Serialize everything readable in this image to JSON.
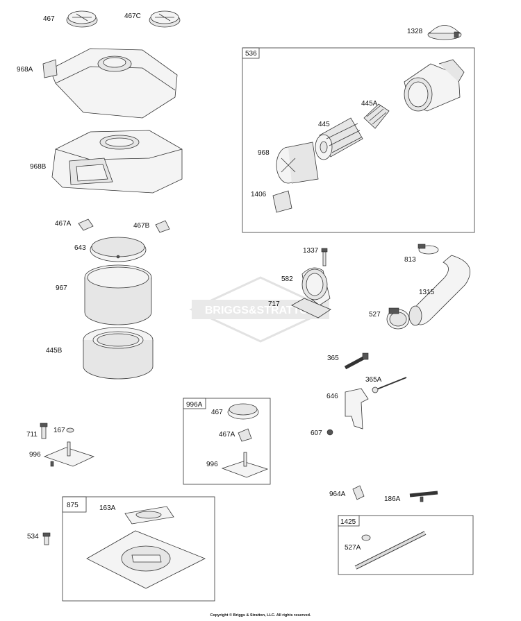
{
  "watermark": "BRIGGS&STRATTON",
  "copyright": "Copyright © Briggs & Stratton, LLC. All rights reserved.",
  "parts": {
    "p467": "467",
    "p467C": "467C",
    "p1328": "1328",
    "p968A": "968A",
    "p536": "536",
    "p445A": "445A",
    "p445": "445",
    "p968": "968",
    "p1406": "1406",
    "p968B": "968B",
    "p467A": "467A",
    "p467B": "467B",
    "p643": "643",
    "p1337": "1337",
    "p813": "813",
    "p582": "582",
    "p967": "967",
    "p717": "717",
    "p1315": "1315",
    "p527": "527",
    "p445B": "445B",
    "p365": "365",
    "p996A": "996A",
    "p467_b": "467",
    "p365A": "365A",
    "p646": "646",
    "p711": "711",
    "p167": "167",
    "p467A_b": "467A",
    "p607": "607",
    "p996": "996",
    "p996_b": "996",
    "p964A": "964A",
    "p186A": "186A",
    "p875": "875",
    "p163A": "163A",
    "p1425": "1425",
    "p534": "534",
    "p527A": "527A"
  }
}
